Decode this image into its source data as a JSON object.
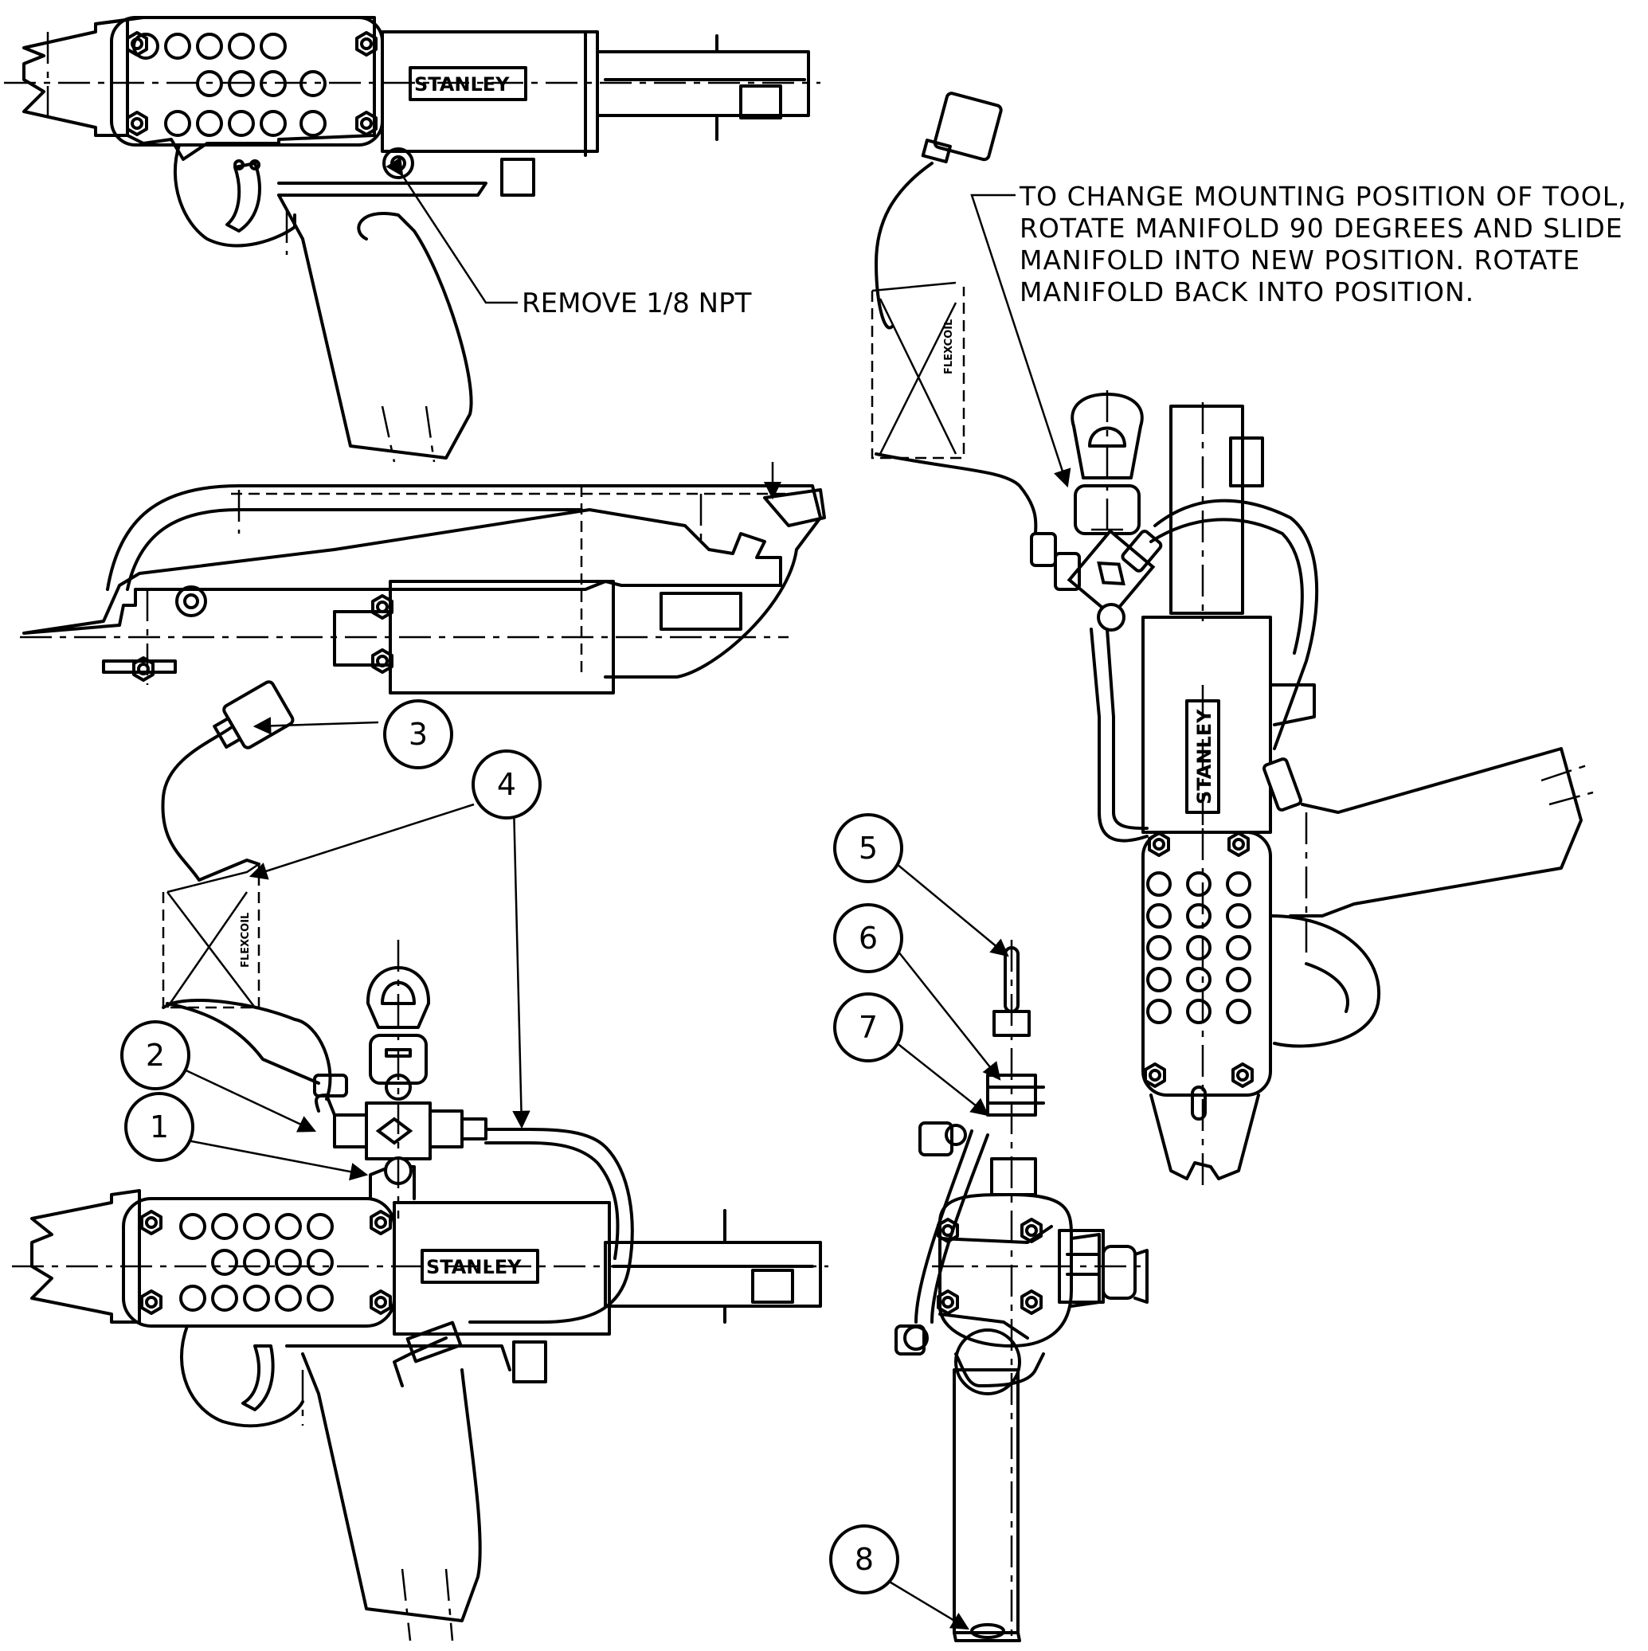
{
  "notes": {
    "remove_plug": "REMOVE 1/8 NPT",
    "mounting_line1": "TO CHANGE MOUNTING POSITION OF TOOL,",
    "mounting_line2": "ROTATE MANIFOLD 90 DEGREES AND SLIDE",
    "mounting_line3": "MANIFOLD INTO NEW POSITION.  ROTATE",
    "mounting_line4": "MANIFOLD BACK INTO POSITION."
  },
  "brand_label": "STANLEY",
  "hose_label": "FLEXCOIL",
  "callouts": [
    "1",
    "2",
    "3",
    "4",
    "5",
    "6",
    "7",
    "8"
  ]
}
